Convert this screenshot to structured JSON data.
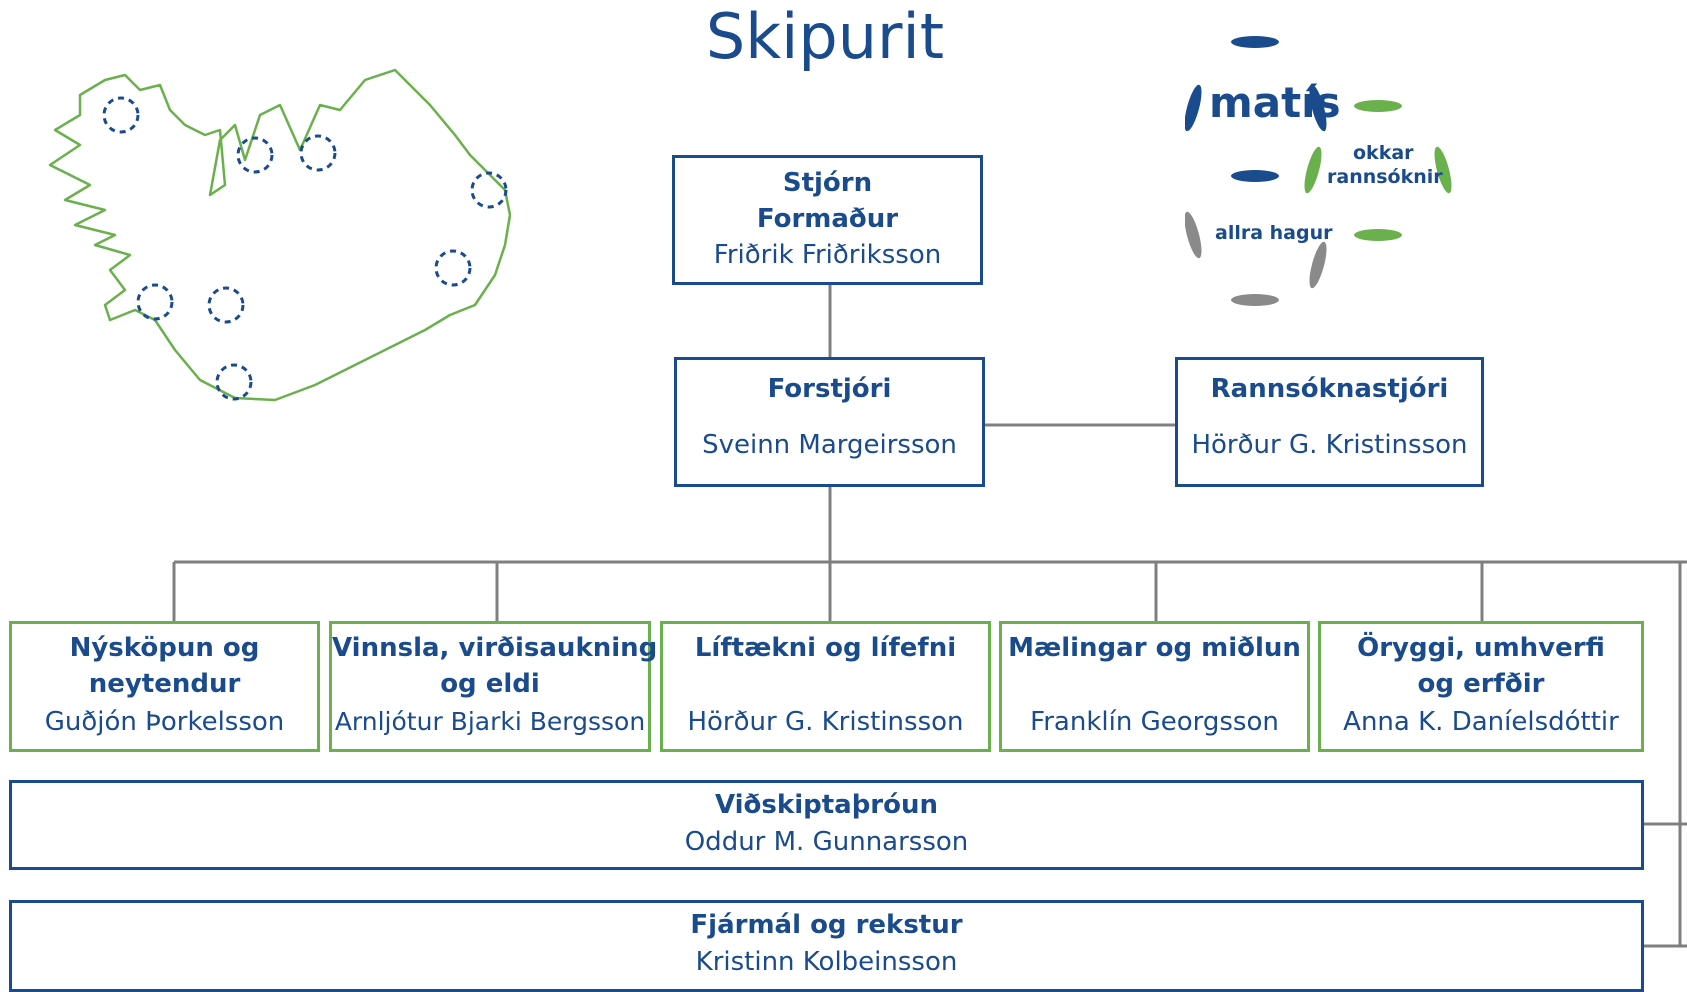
{
  "title": "Skipurit",
  "logo": {
    "brand": "matís",
    "tagline_1": "okkar",
    "tagline_2": "rannsóknir",
    "tagline_3": "allra hagur"
  },
  "colors": {
    "blue": "#1a4b8c",
    "green": "#6ab04c",
    "gray": "#8a8a8a",
    "line": "#7f7f7f"
  },
  "board": {
    "line1": "Stjórn",
    "line2": "Formaður",
    "name": "Friðrik Friðriksson"
  },
  "director": {
    "title": "Forstjóri",
    "name": "Sveinn Margeirsson"
  },
  "research": {
    "title": "Rannsóknastjóri",
    "name": "Hörður G. Kristinsson"
  },
  "divisions": [
    {
      "line1": "Nýsköpun og",
      "line2": "neytendur",
      "name": "Guðjón Þorkelsson"
    },
    {
      "line1": "Vinnsla, virðisaukning",
      "line2": "og eldi",
      "name": "Arnljótur Bjarki Bergsson"
    },
    {
      "line1": "Líftækni og lífefni",
      "line2": "",
      "name": "Hörður G. Kristinsson"
    },
    {
      "line1": "Mælingar og miðlun",
      "line2": "",
      "name": "Franklín Georgsson"
    },
    {
      "line1": "Öryggi, umhverfi",
      "line2": "og erfðir",
      "name": "Anna K. Daníelsdóttir"
    }
  ],
  "business": {
    "title": "Viðskiptaþróun",
    "name": "Oddur M. Gunnarsson"
  },
  "finance": {
    "title": "Fjármál og rekstur",
    "name": "Kristinn Kolbeinsson"
  }
}
